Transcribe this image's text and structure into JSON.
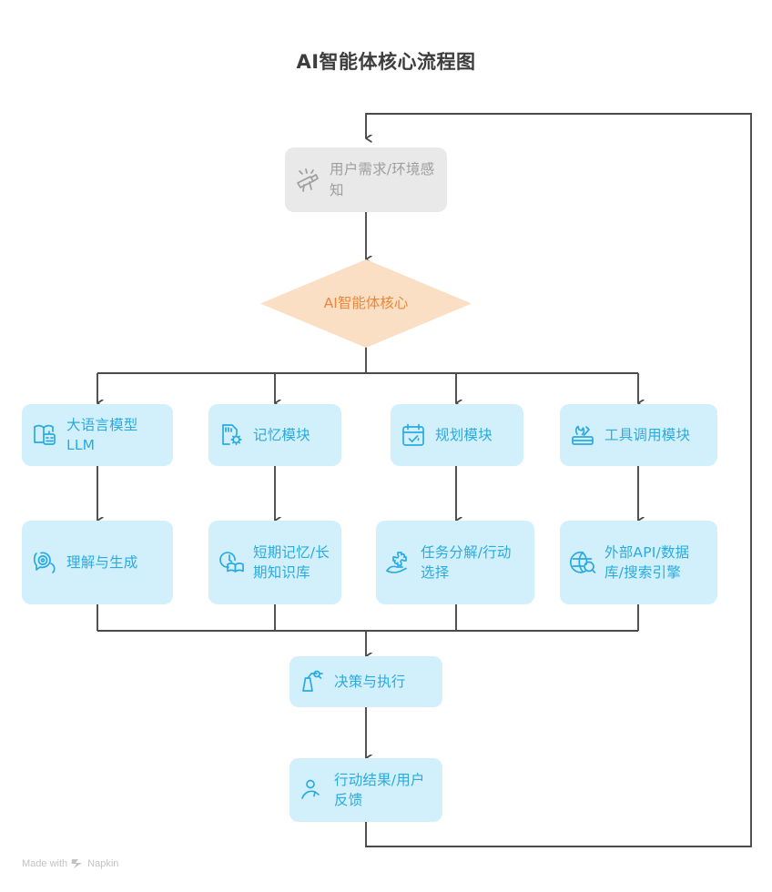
{
  "title": "AI智能体核心流程图",
  "colors": {
    "node_blue_bg": "#d2f0fb",
    "node_blue_text": "#2aaae1",
    "node_grey_bg": "#e9e9e9",
    "node_grey_text": "#9e9e9e",
    "diamond_bg": "#fbdfc5",
    "diamond_text": "#e8883a",
    "edge": "#4a4a4a",
    "title_text": "#3d3d3d",
    "watermark_text": "#c3c3c3",
    "background": "#ffffff"
  },
  "nodes": {
    "input": {
      "label": "用户需求/环境感知",
      "icon": "telescope-icon",
      "style": "grey"
    },
    "core": {
      "label": "AI智能体核心",
      "icon": "none",
      "style": "diamond"
    },
    "llm": {
      "label": "大语言模型LLM",
      "icon": "book-robot-icon",
      "style": "blue"
    },
    "memory": {
      "label": "记忆模块",
      "icon": "memory-card-gear-icon",
      "style": "blue"
    },
    "planning": {
      "label": "规划模块",
      "icon": "calendar-check-icon",
      "style": "blue"
    },
    "tools": {
      "label": "工具调用模块",
      "icon": "toolbox-icon",
      "style": "blue"
    },
    "understand": {
      "label": "理解与生成",
      "icon": "chat-bubble-icon",
      "style": "blue"
    },
    "knowledge": {
      "label": "短期记忆/长期知识库",
      "icon": "clock-book-icon",
      "style": "blue"
    },
    "decompose": {
      "label": "任务分解/行动选择",
      "icon": "hand-puzzle-icon",
      "style": "blue"
    },
    "external": {
      "label": "外部API/数据库/搜索引擎",
      "icon": "globe-search-icon",
      "style": "blue"
    },
    "execute": {
      "label": "决策与执行",
      "icon": "robot-arm-icon",
      "style": "blue"
    },
    "feedback": {
      "label": "行动结果/用户反馈",
      "icon": "person-arrow-icon",
      "style": "blue"
    }
  },
  "watermark": {
    "text_before": "Made with",
    "brand": "Napkin",
    "icon": "napkin-logo-icon"
  },
  "chart_data": {
    "type": "diagram",
    "diagram_kind": "flowchart",
    "title": "AI智能体核心流程图",
    "direction": "top-to-bottom",
    "node_ids": [
      "input",
      "core",
      "llm",
      "memory",
      "planning",
      "tools",
      "understand",
      "knowledge",
      "decompose",
      "external",
      "execute",
      "feedback"
    ],
    "node_labels": [
      "用户需求/环境感知",
      "AI智能体核心",
      "大语言模型LLM",
      "记忆模块",
      "规划模块",
      "工具调用模块",
      "理解与生成",
      "短期记忆/长期知识库",
      "任务分解/行动选择",
      "外部API/数据库/搜索引擎",
      "决策与执行",
      "行动结果/用户反馈"
    ],
    "edges": [
      {
        "from": "input",
        "to": "core",
        "kind": "arrow"
      },
      {
        "from": "core",
        "to": "llm",
        "kind": "fanout-arrow"
      },
      {
        "from": "core",
        "to": "memory",
        "kind": "fanout-arrow"
      },
      {
        "from": "core",
        "to": "planning",
        "kind": "fanout-arrow"
      },
      {
        "from": "core",
        "to": "tools",
        "kind": "fanout-arrow"
      },
      {
        "from": "llm",
        "to": "understand",
        "kind": "arrow"
      },
      {
        "from": "memory",
        "to": "knowledge",
        "kind": "arrow"
      },
      {
        "from": "planning",
        "to": "decompose",
        "kind": "arrow"
      },
      {
        "from": "tools",
        "to": "external",
        "kind": "arrow"
      },
      {
        "from": "understand",
        "to": "execute",
        "kind": "merge-arrow"
      },
      {
        "from": "knowledge",
        "to": "execute",
        "kind": "merge-arrow"
      },
      {
        "from": "decompose",
        "to": "execute",
        "kind": "merge-arrow"
      },
      {
        "from": "external",
        "to": "execute",
        "kind": "merge-arrow"
      },
      {
        "from": "execute",
        "to": "feedback",
        "kind": "arrow"
      },
      {
        "from": "feedback",
        "to": "input",
        "kind": "feedback-loop-arrow"
      }
    ]
  }
}
